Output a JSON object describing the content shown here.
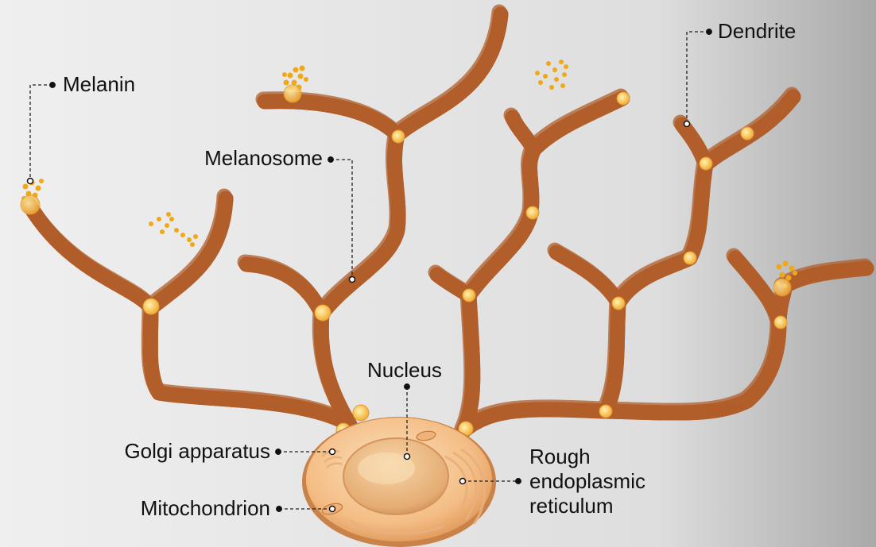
{
  "diagram": {
    "colors": {
      "background_light": "#ececec",
      "background_dark": "#a8a8a8",
      "dendrite_fill": "#d98a52",
      "dendrite_edge": "#b15e2a",
      "dendrite_highlight": "#f2b88c",
      "cell_body": "#f6c48f",
      "nucleus": "#e9b07a",
      "melanin": "#f0a818",
      "leader_line": "#222222"
    },
    "labels": {
      "melanin": "Melanin",
      "melanosome": "Melanosome",
      "dendrite": "Dendrite",
      "nucleus": "Nucleus",
      "golgi": "Golgi apparatus",
      "mitochondrion": "Mitochondrion",
      "rer_line1": "Rough",
      "rer_line2": "endoplasmic",
      "rer_line3": "reticulum"
    }
  }
}
